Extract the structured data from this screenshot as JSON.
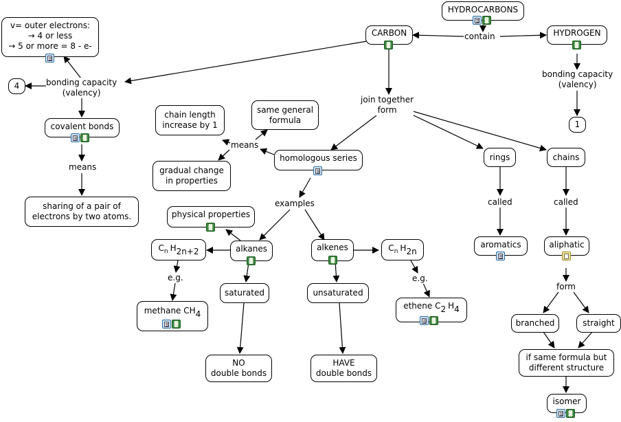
{
  "nodes": {
    "hydrocarbons": "HYDROCARBONS",
    "carbon": "CARBON",
    "hydrogen": "HYDROGEN",
    "valency_note": [
      "v= outer electrons:",
      "→ 4 or less",
      "→ 5 or more = 8 - e-"
    ],
    "four": "4",
    "one": "1",
    "covalent_bonds": "covalent bonds",
    "sharing": [
      "sharing of a pair of",
      "electrons by two atoms."
    ],
    "chain_length": [
      "chain length",
      "increase by 1"
    ],
    "same_general": [
      "same general",
      "formula"
    ],
    "gradual_change": [
      "gradual change",
      "in properties"
    ],
    "homologous_series": "homologous series",
    "rings": "rings",
    "chains": "chains",
    "physical_properties": "physical properties",
    "alkanes": "alkanes",
    "alkenes": "alkenes",
    "cnh2n2": {
      "c": "C",
      "n1": "n",
      "h": "H",
      "sub": "2n+2"
    },
    "cnh2n": {
      "c": "C",
      "n1": "n",
      "h": "H",
      "sub": "2n"
    },
    "methane": {
      "text": "methane CH",
      "sub": "4"
    },
    "ethene": {
      "text1": "ethene C",
      "sub1": "2",
      "text2": "H",
      "sub2": "4"
    },
    "saturated": "saturated",
    "unsaturated": "unsaturated",
    "no_double": [
      "NO",
      "double bonds"
    ],
    "have_double": [
      "HAVE",
      "double bonds"
    ],
    "aromatics": "aromatics",
    "aliphatic": "aliphatic",
    "branched": "branched",
    "straight": "straight",
    "same_formula": [
      "if same formula but",
      "different structure"
    ],
    "isomer": "isomer"
  },
  "links": {
    "contain": "contain",
    "bonding_capacity_left": [
      "bonding capacity",
      "(valency)"
    ],
    "bonding_capacity_right": [
      "bonding capacity",
      "(valency)"
    ],
    "means_left": "means",
    "means_mid": "means",
    "join_together": [
      "join together",
      "form"
    ],
    "examples": "examples",
    "eg1": "e.g.",
    "eg2": "e.g.",
    "called1": "called",
    "called2": "called",
    "form": "form"
  },
  "icon_colors": {
    "document": "#cfe3f2",
    "film": "#3b8a3f",
    "document_yellow": "#f2e6a0"
  }
}
